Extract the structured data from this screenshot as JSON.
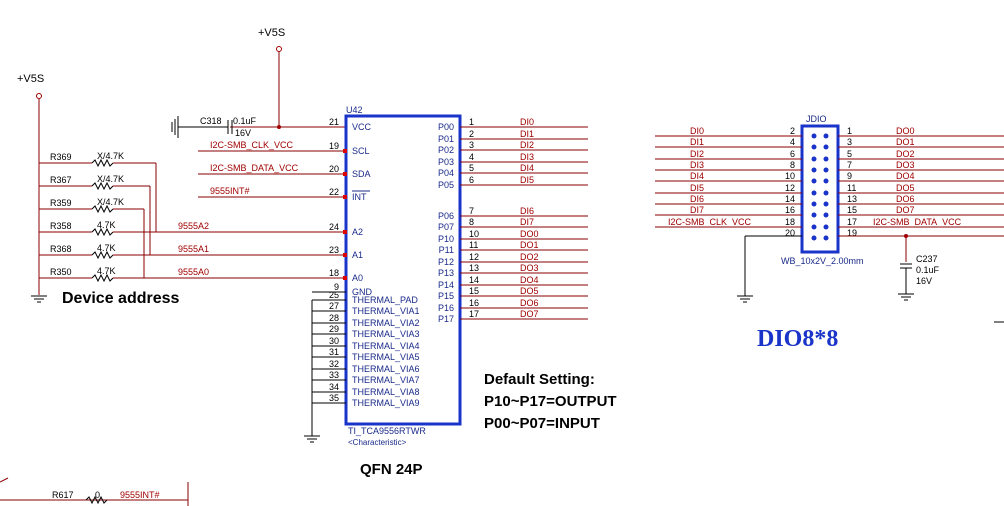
{
  "power": {
    "v5s_top": "+V5S",
    "v5s_left": "+V5S"
  },
  "ic": {
    "ref": "U42",
    "part": "TI_TCA9556RTWR",
    "sub": "<Characteristic>",
    "package": "QFN 24P",
    "left_pins": [
      {
        "num": "21",
        "name": "VCC",
        "net": "C318"
      },
      {
        "num": "19",
        "name": "SCL",
        "net": "I2C-SMB_CLK_VCC"
      },
      {
        "num": "20",
        "name": "SDA",
        "net": "I2C-SMB_DATA_VCC"
      },
      {
        "num": "22",
        "name": "INT",
        "net": "9555INT#"
      },
      {
        "num": "24",
        "name": "A2",
        "net": "9555A2"
      },
      {
        "num": "23",
        "name": "A1",
        "net": "9555A1"
      },
      {
        "num": "18",
        "name": "A0",
        "net": "9555A0"
      },
      {
        "num": "9",
        "name": "GND"
      },
      {
        "num": "25",
        "name": "THERMAL_PAD"
      },
      {
        "num": "27",
        "name": "THERMAL_VIA1"
      },
      {
        "num": "28",
        "name": "THERMAL_VIA2"
      },
      {
        "num": "29",
        "name": "THERMAL_VIA3"
      },
      {
        "num": "30",
        "name": "THERMAL_VIA4"
      },
      {
        "num": "31",
        "name": "THERMAL_VIA5"
      },
      {
        "num": "32",
        "name": "THERMAL_VIA6"
      },
      {
        "num": "33",
        "name": "THERMAL_VIA7"
      },
      {
        "num": "34",
        "name": "THERMAL_VIA8"
      },
      {
        "num": "35",
        "name": "THERMAL_VIA9"
      }
    ],
    "right_pins": [
      {
        "num": "1",
        "name": "P00",
        "net": "DI0"
      },
      {
        "num": "2",
        "name": "P01",
        "net": "DI1"
      },
      {
        "num": "3",
        "name": "P02",
        "net": "DI2"
      },
      {
        "num": "4",
        "name": "P03",
        "net": "DI3"
      },
      {
        "num": "5",
        "name": "P04",
        "net": "DI4"
      },
      {
        "num": "6",
        "name": "P05",
        "net": "DI5"
      },
      {
        "num": "7",
        "name": "P06",
        "net": "DI6"
      },
      {
        "num": "8",
        "name": "P07",
        "net": "DI7"
      },
      {
        "num": "10",
        "name": "P10",
        "net": "DO0"
      },
      {
        "num": "11",
        "name": "P11",
        "net": "DO1"
      },
      {
        "num": "12",
        "name": "P12",
        "net": "DO2"
      },
      {
        "num": "13",
        "name": "P13",
        "net": "DO3"
      },
      {
        "num": "14",
        "name": "P14",
        "net": "DO4"
      },
      {
        "num": "15",
        "name": "P15",
        "net": "DO5"
      },
      {
        "num": "16",
        "name": "P16",
        "net": "DO6"
      },
      {
        "num": "17",
        "name": "P17",
        "net": "DO7"
      }
    ]
  },
  "cap_c318": {
    "ref": "C318",
    "value": "0.1uF",
    "volt": "16V"
  },
  "resistors": [
    {
      "ref": "R369",
      "value": "X/4.7K"
    },
    {
      "ref": "R367",
      "value": "X/4.7K"
    },
    {
      "ref": "R359",
      "value": "X/4.7K"
    },
    {
      "ref": "R358",
      "value": "4.7K"
    },
    {
      "ref": "R368",
      "value": "4.7K"
    },
    {
      "ref": "R350",
      "value": "4.7K"
    }
  ],
  "device_address_label": "Device address",
  "default_setting": {
    "line1": "Default Setting:",
    "line2": "P10~P17=OUTPUT",
    "line3": "P00~P07=INPUT"
  },
  "header": {
    "ref": "JDIO",
    "part": "WB_10x2V_2.00mm",
    "left": [
      {
        "net": "DI0",
        "pin": "2"
      },
      {
        "net": "DI1",
        "pin": "4"
      },
      {
        "net": "DI2",
        "pin": "6"
      },
      {
        "net": "DI3",
        "pin": "8"
      },
      {
        "net": "DI4",
        "pin": "10"
      },
      {
        "net": "DI5",
        "pin": "12"
      },
      {
        "net": "DI6",
        "pin": "14"
      },
      {
        "net": "DI7",
        "pin": "16"
      },
      {
        "net": "I2C-SMB_CLK_VCC",
        "pin": "18"
      },
      {
        "net": "",
        "pin": "20"
      }
    ],
    "right": [
      {
        "pin": "1",
        "net": "DO0"
      },
      {
        "pin": "3",
        "net": "DO1"
      },
      {
        "pin": "5",
        "net": "DO2"
      },
      {
        "pin": "7",
        "net": "DO3"
      },
      {
        "pin": "9",
        "net": "DO4"
      },
      {
        "pin": "11",
        "net": "DO5"
      },
      {
        "pin": "13",
        "net": "DO6"
      },
      {
        "pin": "15",
        "net": "DO7"
      },
      {
        "pin": "17",
        "net": "I2C-SMB_DATA_VCC"
      },
      {
        "pin": "19",
        "net": ""
      }
    ]
  },
  "cap_c237": {
    "ref": "C237",
    "value": "0.1uF",
    "volt": "16V"
  },
  "dio_title": "DIO8*8",
  "bottom_res": {
    "ref": "R617",
    "value": "0",
    "net": "9555INT#"
  }
}
